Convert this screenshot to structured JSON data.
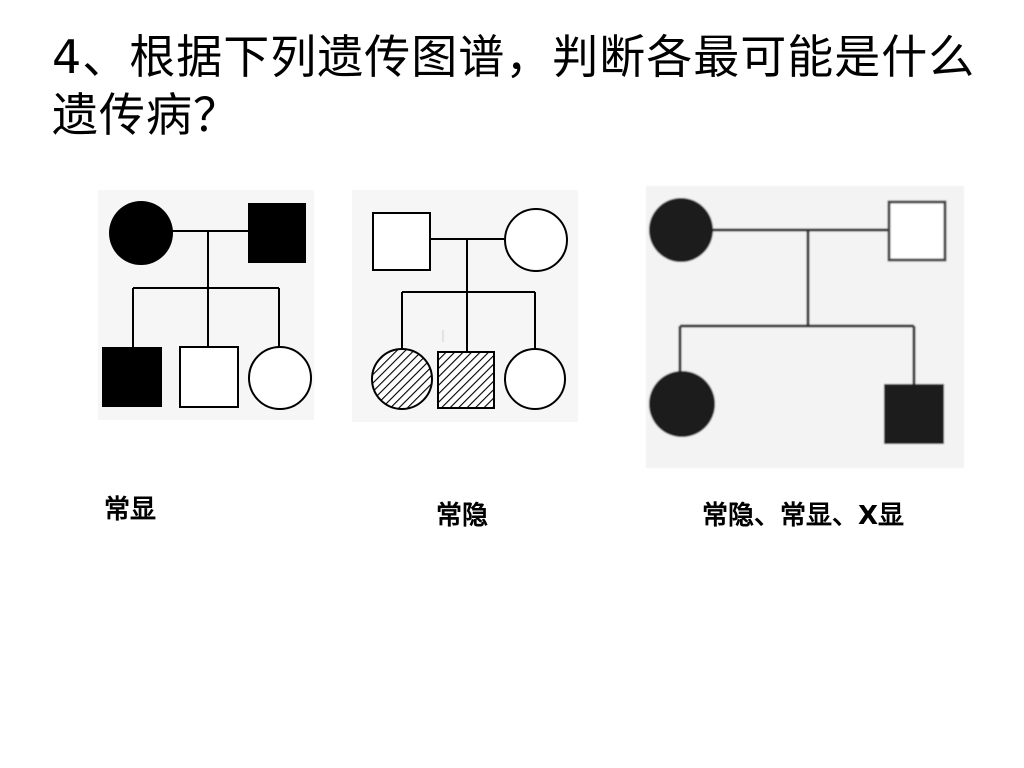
{
  "slide": {
    "title": "4、根据下列遗传图谱，判断各最可能是什么遗传病？"
  },
  "pedigrees": [
    {
      "answer": "常显",
      "parents": [
        {
          "sex": "female",
          "affected": true
        },
        {
          "sex": "male",
          "affected": true
        }
      ],
      "children": [
        {
          "sex": "male",
          "affected": true
        },
        {
          "sex": "male",
          "affected": false
        },
        {
          "sex": "female",
          "affected": false
        }
      ]
    },
    {
      "answer": "常隐",
      "parents": [
        {
          "sex": "male",
          "affected": false
        },
        {
          "sex": "female",
          "affected": false
        }
      ],
      "children": [
        {
          "sex": "female",
          "affected": true
        },
        {
          "sex": "male",
          "affected": true
        },
        {
          "sex": "female",
          "affected": false
        }
      ]
    },
    {
      "answer": "常隐、常显、X显",
      "parents": [
        {
          "sex": "female",
          "affected": true
        },
        {
          "sex": "male",
          "affected": false
        }
      ],
      "children": [
        {
          "sex": "female",
          "affected": true
        },
        {
          "sex": "male",
          "affected": true
        }
      ]
    }
  ],
  "colors": {
    "affected": "#000000",
    "affected_fuzzy": "#1a1a1a",
    "line": "#000000",
    "fuzzy_line": "#333333"
  }
}
